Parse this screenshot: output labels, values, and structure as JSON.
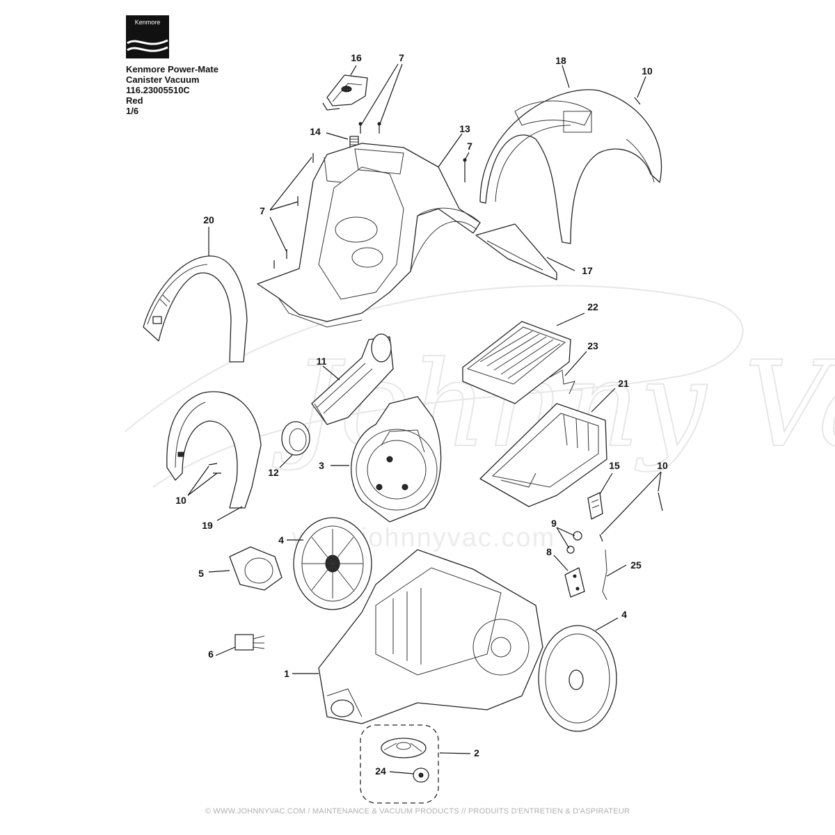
{
  "logo": {
    "text": "Kenmore"
  },
  "title": {
    "line1": "Kenmore Power-Mate",
    "line2": "Canister Vacuum",
    "line3": "116.23005510C",
    "line4": "Red",
    "line5": "1/6"
  },
  "watermark": {
    "script": "Johnny Vac",
    "url": "www.johnnyvac.com"
  },
  "callouts": {
    "c1": "1",
    "c2": "2",
    "c3": "3",
    "c4a": "4",
    "c4b": "4",
    "c5": "5",
    "c6": "6",
    "c7a": "7",
    "c7b": "7",
    "c7c": "7",
    "c8": "8",
    "c9": "9",
    "c10a": "10",
    "c10b": "10",
    "c10c": "10",
    "c11": "11",
    "c12": "12",
    "c13": "13",
    "c14": "14",
    "c15": "15",
    "c16": "16",
    "c17": "17",
    "c18": "18",
    "c19": "19",
    "c20": "20",
    "c21": "21",
    "c22": "22",
    "c23": "23",
    "c24": "24",
    "c25": "25"
  },
  "footer": "© WWW.JOHNNYVAC.COM / MAINTENANCE & VACUUM PRODUCTS  //  PRODUITS D'ENTRETIEN & D'ASPIRATEUR"
}
